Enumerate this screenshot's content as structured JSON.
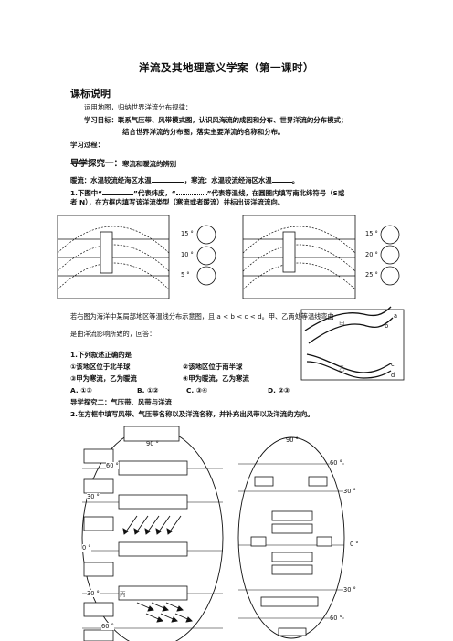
{
  "title": "洋流及其地理意义学案（第一课时）",
  "section1": {
    "heading": "课标说明",
    "line1": "运用地图，归纳世界洋流分布规律：",
    "line2": "学习目标：联系气压带、风带模式图，认识风海流的成因和分布、世界洋流的分布模式；",
    "line3": "结合世界洋流的分布图，落实主要洋流的名称和分布。",
    "process": "学习过程："
  },
  "explore1": {
    "heading": "导学探究一：",
    "heading_sub": "寒流和暖流的辨别",
    "def_a": "暖流：水温较流经海区水温",
    "def_b": "，寒流：水温较流经海区水温",
    "def_end": "。",
    "q1_a": "1.下图中“",
    "q1_b": "”代表纬度，“",
    "q1_c": "”代表等温线，在圆圈内填写南北纬符号（S或",
    "q1_d": "者 N），在方框内填写该洋流类型（寒流或者暖流）并标出该洋流流向。",
    "lat_left": [
      "15 °",
      "10 °",
      "5 °"
    ],
    "lat_right": [
      "15 °",
      "20 °",
      "25 °"
    ]
  },
  "contour": {
    "intro1": "若右图为海洋中某局部地区等温线分布示意图，且 a < b < c < d。甲、乙两处等温线弯曲",
    "intro2": "是由洋流影响所致的，回答：",
    "label_jia": "甲",
    "label_yi": "乙",
    "labels": [
      "a",
      "b",
      "c",
      "d"
    ]
  },
  "questions": {
    "q1": "1.下列叙述正确的是",
    "opt1": "①该地区位于北半球",
    "opt2": "②该地区位于南半球",
    "opt3": "③甲为寒流，乙为暖流",
    "opt4": "④甲为暖流，乙为寒流",
    "choices": [
      "A.  ①③",
      "B.  ①②",
      "C.  ③④",
      "D.  ②③"
    ]
  },
  "explore2": {
    "heading": "导学探究二：气压带、风带与洋流",
    "q2": "2.在方框中填写风带、气压带名称以及洋流名称，并补充出风带以及洋流的方向。",
    "left_lat": [
      "90 °",
      "60 °",
      "30 °",
      "0 °",
      "30 °",
      "60 °"
    ],
    "right_lat": [
      "90 °",
      "60 °",
      "30 °",
      "0 °",
      "30 °",
      "60 °"
    ],
    "small_char": "丙"
  }
}
